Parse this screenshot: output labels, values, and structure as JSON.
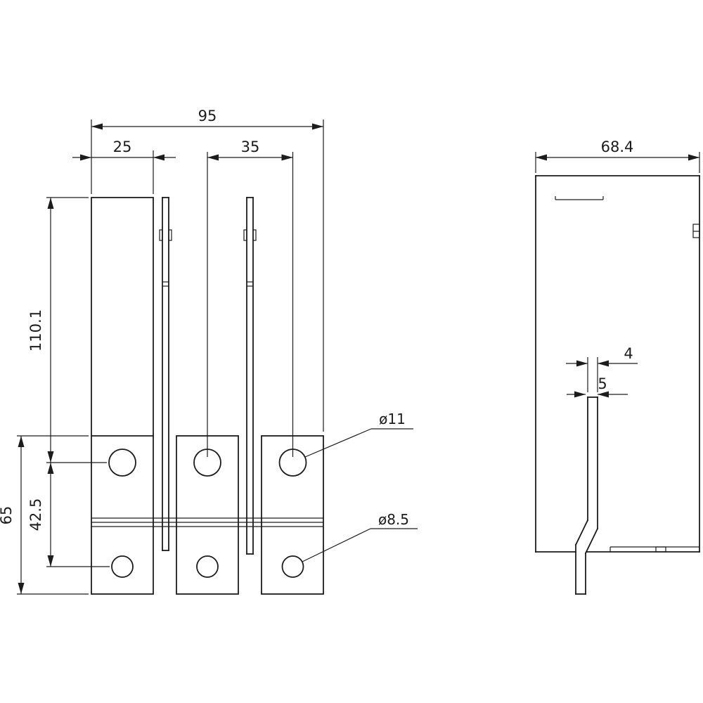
{
  "drawing_title": "dimensional drawing - 3-pole flat connector, front and side view",
  "colors": {
    "background": "#ffffff",
    "line": "#1c1c1c"
  },
  "front_view": {
    "dimensions": {
      "overall_width": "95",
      "bar_width": "25",
      "hole_pitch": "35",
      "bar_length": "110.1",
      "pad_height": "65",
      "hole_spacing": "42.5",
      "upper_hole_diameter": "ø11",
      "lower_hole_diameter": "ø8.5"
    }
  },
  "side_view": {
    "dimensions": {
      "overall_depth": "68.4",
      "tab_thickness": "4",
      "tab_offset": "5"
    }
  }
}
